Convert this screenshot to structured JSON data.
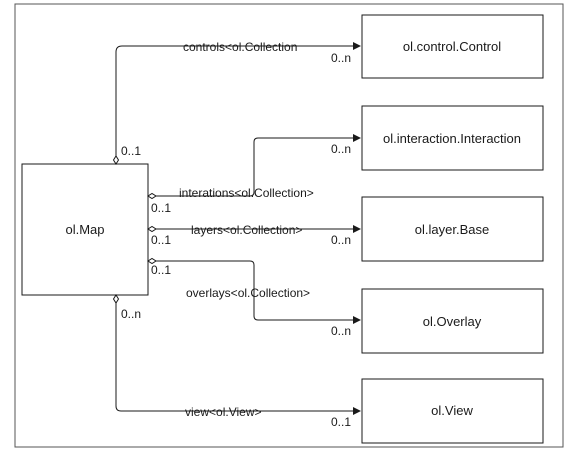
{
  "boxes": {
    "map": "ol.Map",
    "control": "ol.control.Control",
    "interaction": "ol.interaction.Interaction",
    "layer": "ol.layer.Base",
    "overlay": "ol.Overlay",
    "view": "ol.View"
  },
  "edges": {
    "controls": {
      "label": "controls<ol.Collection",
      "source_mult": "0..1",
      "target_mult": "0..n"
    },
    "interactions": {
      "label": "interations<ol.Collection>",
      "source_mult": "0..1",
      "target_mult": "0..n"
    },
    "layers": {
      "label": "layers<ol.Collection>",
      "source_mult": "0..1",
      "target_mult": "0..n"
    },
    "overlays": {
      "label": "overlays<ol.Collection>",
      "source_mult": "0..1",
      "target_mult": "0..n"
    },
    "view": {
      "label": "view<ol.View>",
      "source_mult": "0..n",
      "target_mult": "0..1"
    }
  }
}
